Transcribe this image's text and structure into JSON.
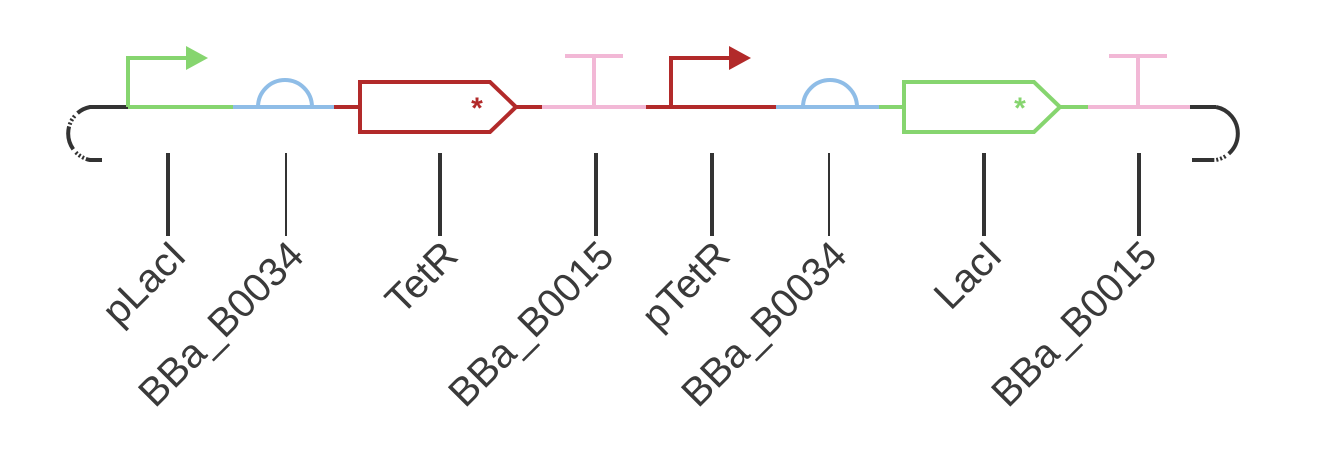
{
  "colors": {
    "green": "#86d56f",
    "blue": "#8fbde7",
    "red": "#b22a2a",
    "pink": "#f2b8d6",
    "backbone": "#333333"
  },
  "parts": [
    {
      "id": "placi",
      "type": "promoter",
      "label": "pLacI",
      "color": "#86d56f"
    },
    {
      "id": "rbs1",
      "type": "rbs",
      "label": "BBa_B0034",
      "color": "#8fbde7"
    },
    {
      "id": "tetr",
      "type": "cds",
      "label": "TetR",
      "color": "#b22a2a"
    },
    {
      "id": "term1",
      "type": "terminator",
      "label": "BBa_B0015",
      "color": "#f2b8d6"
    },
    {
      "id": "ptetr",
      "type": "promoter",
      "label": "pTetR",
      "color": "#b22a2a"
    },
    {
      "id": "rbs2",
      "type": "rbs",
      "label": "BBa_B0034",
      "color": "#8fbde7"
    },
    {
      "id": "laci",
      "type": "cds",
      "label": "LacI",
      "color": "#86d56f"
    },
    {
      "id": "term2",
      "type": "terminator",
      "label": "BBa_B0015",
      "color": "#f2b8d6"
    }
  ],
  "cds_marker": "*"
}
